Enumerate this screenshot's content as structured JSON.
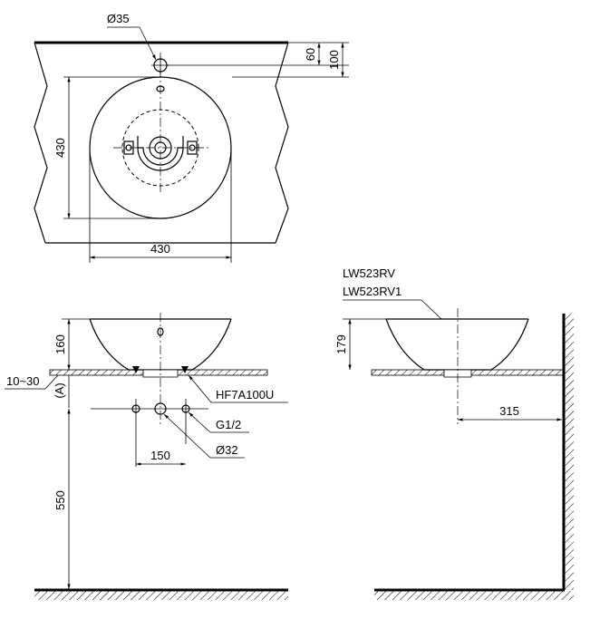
{
  "models": [
    "LW523RV",
    "LW523RV1"
  ],
  "top_view": {
    "hole_diameter": "Ø35",
    "dim_60": "60",
    "dim_100": "100",
    "width": "430",
    "depth": "430"
  },
  "front_view": {
    "height": "160",
    "counter_range": "10~30",
    "counter_label": "(A)",
    "drain_model": "HF7A100U",
    "supply_thread": "G1/2",
    "drain_diameter": "Ø32",
    "supply_spacing": "150",
    "floor_height": "550"
  },
  "side_view": {
    "height": "179",
    "wall_distance": "315"
  }
}
